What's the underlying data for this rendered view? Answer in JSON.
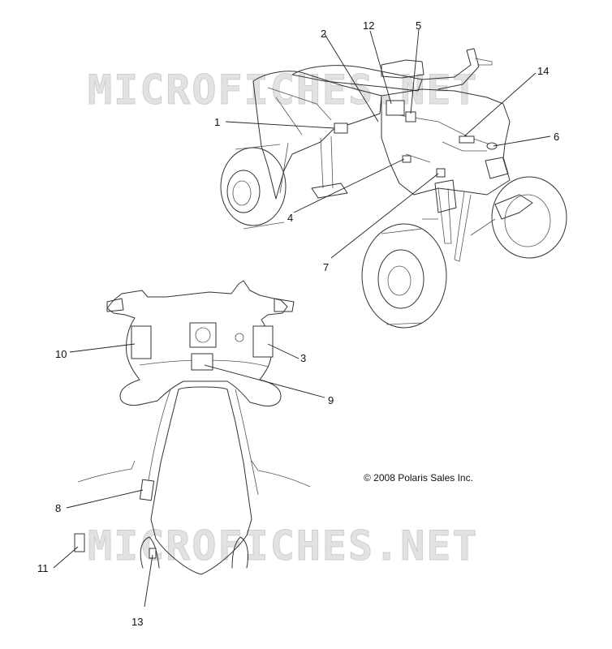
{
  "watermark": "MICROFICHES.NET",
  "copyright": "© 2008 Polaris Sales Inc.",
  "callouts": {
    "c1": "1",
    "c2": "2",
    "c3": "3",
    "c4": "4",
    "c5": "5",
    "c6": "6",
    "c7": "7",
    "c8": "8",
    "c9": "9",
    "c10": "10",
    "c11": "11",
    "c12": "12",
    "c13": "13",
    "c14": "14"
  }
}
